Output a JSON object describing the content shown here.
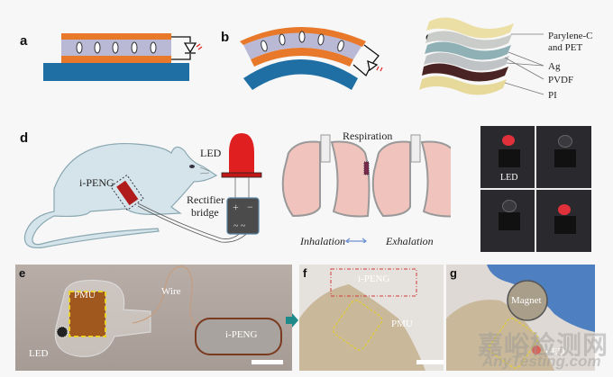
{
  "panels": {
    "a": {
      "label": "a"
    },
    "b": {
      "label": "b"
    },
    "c": {
      "label": "c",
      "layers": [
        "Parylene-C and PET",
        "Ag",
        "PVDF",
        "PI"
      ],
      "layer_label_1a": "Parylene-C",
      "layer_label_1b": "and PET",
      "layer_label_2": "Ag",
      "layer_label_3": "PVDF",
      "layer_label_4": "PI"
    },
    "d": {
      "label": "d",
      "ipeng": "i-PENG",
      "led": "LED",
      "rectifier_1": "Rectifier",
      "rectifier_2": "bridge",
      "plus": "+",
      "minus": "−",
      "ac": "~ ~",
      "respiration": "Respiration",
      "inhalation": "Inhalation",
      "exhalation": "Exhalation",
      "led_photo_label": "LED"
    },
    "e": {
      "label": "e",
      "pmu": "PMU",
      "wire": "Wire",
      "ipeng": "i-PENG",
      "led": "LED"
    },
    "f": {
      "label": "f",
      "ipeng": "i-PENG",
      "pmu": "PMU"
    },
    "g": {
      "label": "g",
      "magnet": "Magnet",
      "led": "LED"
    }
  },
  "watermark": {
    "cn": "嘉峪检测网",
    "en": "AnyTesting.com"
  },
  "colors": {
    "electrode_orange": "#e8782a",
    "piezo_lavender": "#b9b9d6",
    "substrate_blue": "#1f6ea4",
    "led_red": "#e02020",
    "rat_body": "#d5e4ea",
    "lung_pink": "#f1c3bd"
  }
}
